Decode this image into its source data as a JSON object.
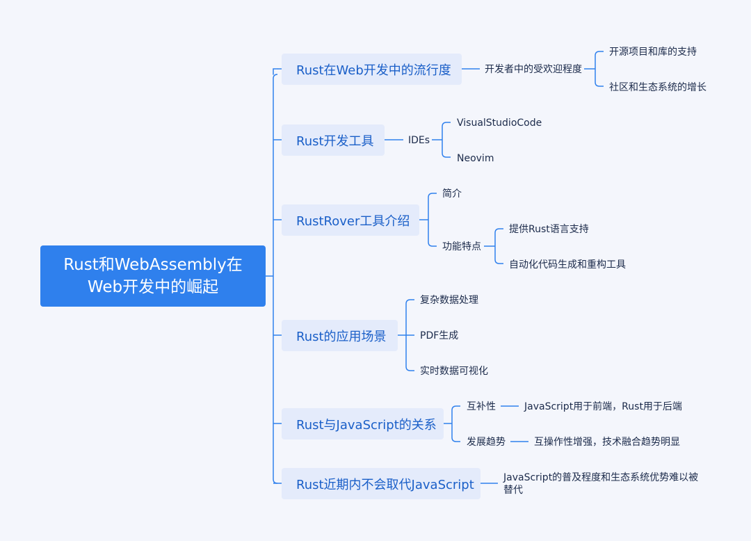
{
  "root": {
    "line1": "Rust和WebAssembly在",
    "line2": "Web开发中的崛起"
  },
  "branches": [
    {
      "label": "Rust在Web开发中的流行度",
      "mid": "开发者中的受欢迎程度",
      "items": [
        "开源项目和库的支持",
        "社区和生态系统的增长"
      ]
    },
    {
      "label": "Rust开发工具",
      "mid": "IDEs",
      "items": [
        "VisualStudioCode",
        "Neovim"
      ]
    },
    {
      "label": "RustRover工具介绍",
      "intro": "简介",
      "features": "功能特点",
      "items": [
        "提供Rust语言支持",
        "自动化代码生成和重构工具"
      ]
    },
    {
      "label": "Rust的应用场景",
      "items": [
        "复杂数据处理",
        "PDF生成",
        "实时数据可视化"
      ]
    },
    {
      "label": "Rust与JavaScript的关系",
      "pairs": [
        {
          "key": "互补性",
          "value": "JavaScript用于前端，Rust用于后端"
        },
        {
          "key": "发展趋势",
          "value": "互操作性增强，技术融合趋势明显"
        }
      ]
    },
    {
      "label": "Rust近期内不会取代JavaScript",
      "detail": "JavaScript的普及程度和生态系统优势难以被替代"
    }
  ]
}
